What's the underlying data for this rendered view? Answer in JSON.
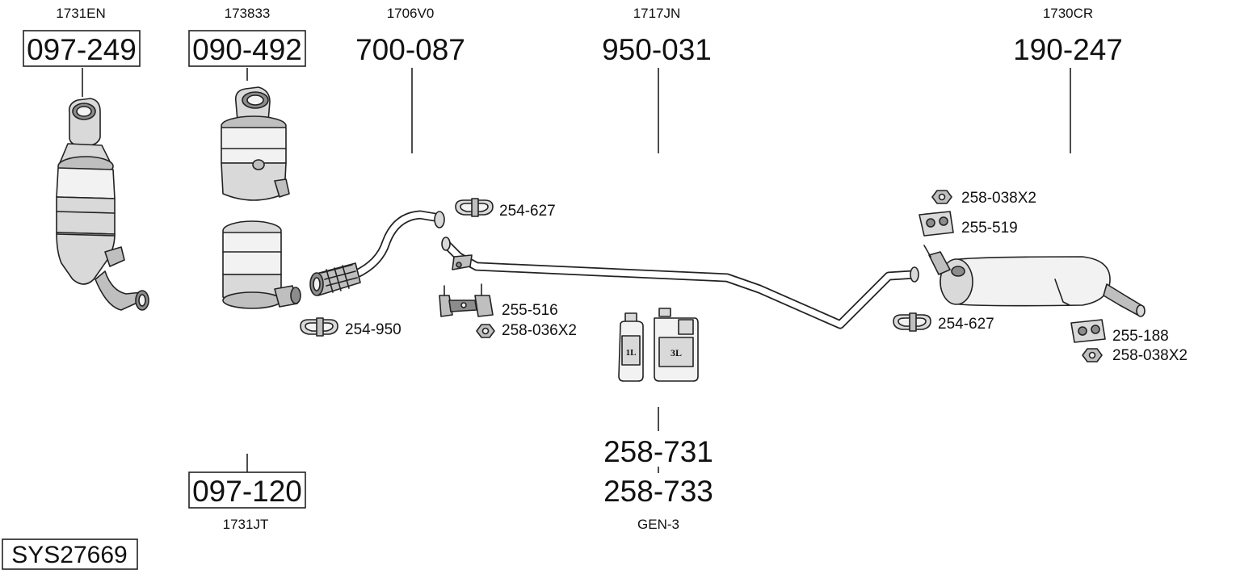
{
  "system_code": "SYS27669",
  "main_parts": [
    {
      "ref": "1731EN",
      "part": "097-249",
      "boxed": true
    },
    {
      "ref": "173833",
      "part": "090-492",
      "boxed": true
    },
    {
      "ref": "1706V0",
      "part": "700-087",
      "boxed": false
    },
    {
      "ref": "1717JN",
      "part": "950-031",
      "boxed": false
    },
    {
      "ref": "1730CR",
      "part": "190-247",
      "boxed": false
    }
  ],
  "lower_parts": [
    {
      "part": "097-120",
      "ref": "1731JT",
      "boxed": true
    },
    {
      "part_a": "258-731",
      "part_b": "258-733",
      "ref": "GEN-3",
      "boxed": false
    }
  ],
  "accessories": {
    "clamp_front_pipe": "254-627",
    "clamp_flex": "254-950",
    "hanger_mid": "255-516",
    "nut_mid": "258-036X2",
    "nut_rear_top": "258-038X2",
    "hanger_rear_top": "255-519",
    "clamp_rear": "254-627",
    "hanger_rear_bottom": "255-188",
    "nut_rear_bottom": "258-038X2"
  },
  "bottles": {
    "small": "1L",
    "large": "3L"
  }
}
